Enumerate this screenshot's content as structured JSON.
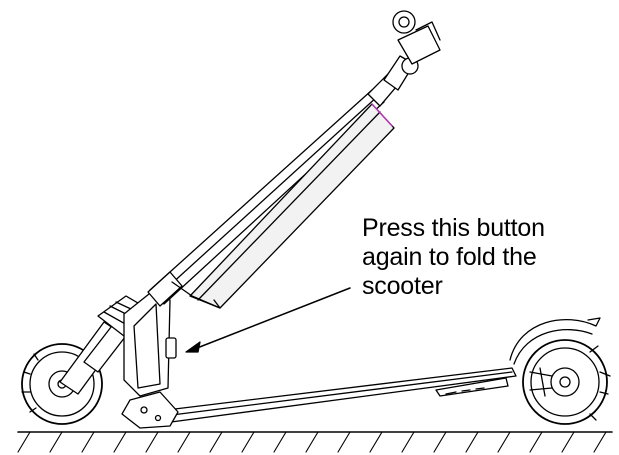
{
  "annotation": {
    "lines": [
      "Press this button",
      "again to fold the",
      "scooter"
    ]
  },
  "colors": {
    "line": "#000000",
    "fill": "#ffffff",
    "panel": "#f2f2f2",
    "accent": "#c030c0"
  }
}
